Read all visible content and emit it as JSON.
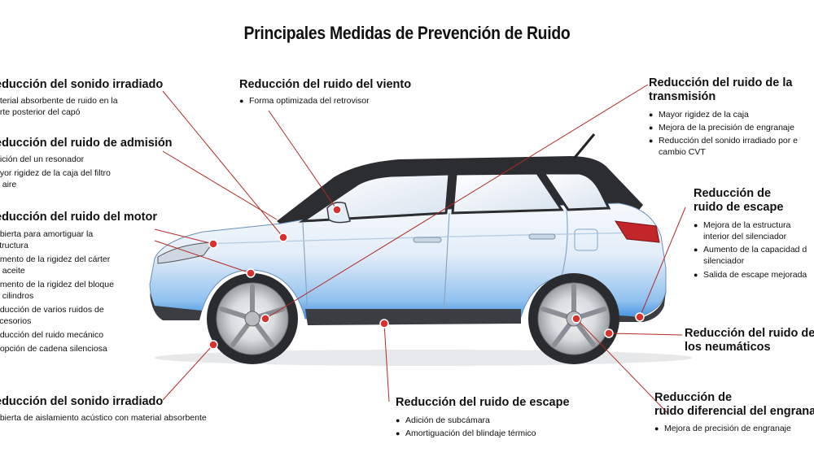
{
  "title": "Principales Medidas de Prevención de Ruido",
  "callouts": {
    "hood": {
      "heading": "educción del sonido irradiado",
      "items": [
        "aterial absorbente de ruido en la",
        "arte posterior del capó"
      ]
    },
    "intake": {
      "heading": "educción del ruido de admisión",
      "items": [
        "dición del un resonador",
        "ayor rigidez de la caja del filtro",
        "e aire"
      ]
    },
    "engine": {
      "heading": "educción del ruido del motor",
      "items": [
        "ubierta para amortiguar la",
        "structura",
        "umento de la rigidez del cárter",
        "e aceite",
        "umento de la rigidez del bloque",
        "e cilindros",
        "educción de varios ruidos de",
        "ccesorios",
        "educción del ruido mecánico",
        "dopción de cadena silenciosa"
      ]
    },
    "underbody": {
      "heading": "educción del sonido irradiado",
      "items": [
        "ubierta de aislamiento acústico con material absorbente"
      ]
    },
    "wind": {
      "heading": "Reducción del ruido del viento",
      "items": [
        "Forma optimizada del retrovisor"
      ]
    },
    "transmission": {
      "heading_line1": "Reducción del ruido de la",
      "heading_line2": "transmisión",
      "items": [
        "Mayor rigidez de la caja",
        "Mejora de la precisión de engranaje",
        "Reducción del sonido irradiado por e",
        "cambio CVT"
      ]
    },
    "exhaust_rear": {
      "heading_line1": "Reducción de",
      "heading_line2": "ruido de escape",
      "items": [
        "Mejora de la estructura",
        "interior del silenciador",
        "Aumento de la capacidad d",
        "silenciador",
        "Salida de escape mejorada"
      ]
    },
    "tires": {
      "heading_line1": "Reducción del ruido de",
      "heading_line2": "los neumáticos"
    },
    "differential": {
      "heading_line1": "Reducción de",
      "heading_line2": "ruido diferencial del engrana",
      "items": [
        "Mejora de precisión de engranaje"
      ]
    },
    "exhaust_mid": {
      "heading": "Reducción del ruido de escape",
      "items": [
        "Adición de subcámara",
        "Amortiguación del blindaje térmico"
      ]
    }
  },
  "colors": {
    "accent": "#d8322e",
    "leader": "#b32a26",
    "body_light": "#e9f1fb",
    "body_blue": "#5aa2e6",
    "roof": "#2b2d31"
  },
  "icons": [
    "bullet-icon",
    "callout-dot-icon"
  ]
}
